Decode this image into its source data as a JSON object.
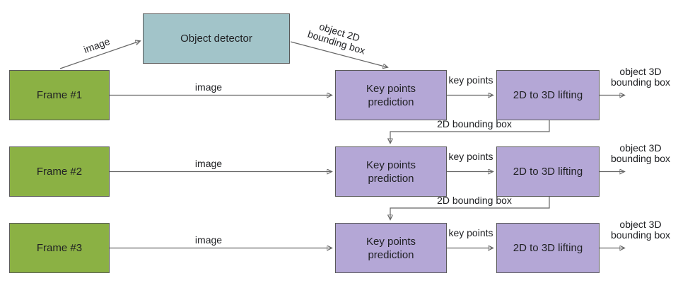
{
  "diagram": {
    "colors": {
      "frame_fill": "#8bb144",
      "detector_fill": "#a2c4c9",
      "module_fill": "#b4a7d6",
      "border": "#595959",
      "arrow": "#666666",
      "text": "#202124"
    },
    "detector": {
      "label": "Object detector"
    },
    "detector_in_edge": {
      "label": "image"
    },
    "detector_out_edge": {
      "lines": [
        "object 2D",
        "bounding box"
      ]
    },
    "rows": [
      {
        "frame": {
          "label": "Frame #1"
        },
        "image_edge": {
          "label": "image"
        },
        "keypoints": {
          "lines": [
            "Key points",
            "prediction"
          ]
        },
        "keypoints_edge": {
          "label": "key points"
        },
        "lifting": {
          "label": "2D to 3D lifting"
        },
        "output_edge": {
          "lines": [
            "object 3D",
            "bounding box"
          ]
        }
      },
      {
        "frame": {
          "label": "Frame #2"
        },
        "image_edge": {
          "label": "image"
        },
        "keypoints": {
          "lines": [
            "Key points",
            "prediction"
          ]
        },
        "keypoints_edge": {
          "label": "key points"
        },
        "lifting": {
          "label": "2D to 3D lifting"
        },
        "output_edge": {
          "lines": [
            "object 3D",
            "bounding box"
          ]
        }
      },
      {
        "frame": {
          "label": "Frame #3"
        },
        "image_edge": {
          "label": "image"
        },
        "keypoints": {
          "lines": [
            "Key points",
            "prediction"
          ]
        },
        "keypoints_edge": {
          "label": "key points"
        },
        "lifting": {
          "label": "2D to 3D lifting"
        },
        "output_edge": {
          "lines": [
            "object 3D",
            "bounding box"
          ]
        }
      }
    ],
    "feedback_edges": [
      {
        "label": "2D bounding box"
      },
      {
        "label": "2D bounding box"
      }
    ]
  }
}
